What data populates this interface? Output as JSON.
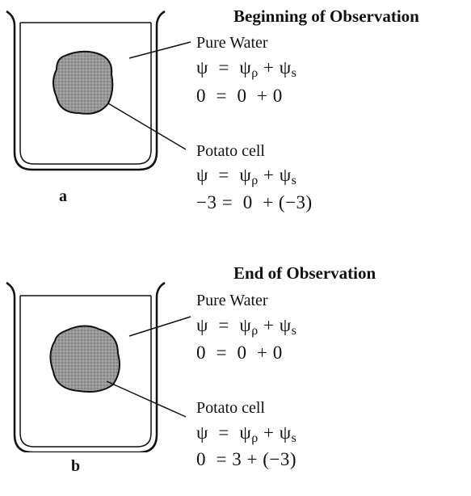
{
  "panels": [
    {
      "letter": "a",
      "heading": "Beginning of Observation",
      "water": {
        "label": "Pure Water",
        "psi": "ψ",
        "equals": "=",
        "psi_p": "ψ",
        "p": "ρ",
        "plus": "+",
        "psi_s": "ψ",
        "s": "s",
        "values": "0  =  0  + 0"
      },
      "cell": {
        "label": "Potato cell",
        "psi": "ψ",
        "equals": "=",
        "psi_p": "ψ",
        "p": "ρ",
        "plus": "+",
        "psi_s": "ψ",
        "s": "s",
        "values": "−3 =  0  + (−3)"
      }
    },
    {
      "letter": "b",
      "heading": "End of Observation",
      "water": {
        "label": "Pure Water",
        "psi": "ψ",
        "equals": "=",
        "psi_p": "ψ",
        "p": "ρ",
        "plus": "+",
        "psi_s": "ψ",
        "s": "s",
        "values": "0  =  0  + 0"
      },
      "cell": {
        "label": "Potato cell",
        "psi": "ψ",
        "equals": "=",
        "psi_p": "ψ",
        "p": "ρ",
        "plus": "+",
        "psi_s": "ψ",
        "s": "s",
        "values": "0  = 3 + (−3)"
      }
    }
  ],
  "colors": {
    "cell_fill": "#8f8f8f",
    "stroke": "#111111"
  }
}
